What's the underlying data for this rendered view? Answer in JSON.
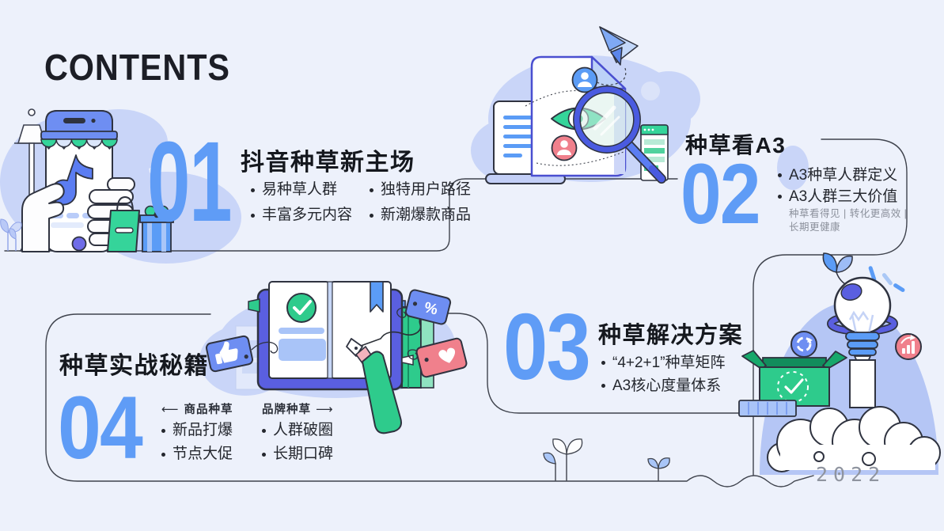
{
  "header": {
    "title": "CONTENTS"
  },
  "footer": {
    "year": "2022"
  },
  "colors": {
    "background": "#edf1fb",
    "accent_number": "#5f9cf6",
    "ink": "#15181e",
    "bullet_text": "#24272e",
    "muted_text": "#8b909b",
    "line": "#3f434d",
    "green": "#2ecb8c",
    "red_pink": "#f0808c",
    "blue_primary": "#5b7df2",
    "blob": "#c9d5f8"
  },
  "tags": {
    "percent_label": "%"
  },
  "sections": [
    {
      "number": "01",
      "title": "抖音种草新主场",
      "bullets": [
        "易种草人群",
        "独特用户路径",
        "丰富多元内容",
        "新潮爆款商品"
      ]
    },
    {
      "number": "02",
      "title": "种草看A3",
      "bullets": [
        "A3种草人群定义",
        "A3人群三大价值"
      ],
      "captions": [
        "种草看得见 | 转化更高效 |",
        "长期更健康"
      ]
    },
    {
      "number": "03",
      "title": "种草解决方案",
      "bullets": [
        "“4+2+1”种草矩阵",
        "A3核心度量体系"
      ]
    },
    {
      "number": "04",
      "title": "种草实战秘籍",
      "groups": [
        {
          "prefix": "⟵",
          "label": "商品种草",
          "suffix": "",
          "bullets": [
            "新品打爆",
            "节点大促"
          ]
        },
        {
          "prefix": "",
          "label": "品牌种草",
          "suffix": "⟶",
          "bullets": [
            "人群破圈",
            "长期口碑"
          ]
        }
      ]
    }
  ]
}
